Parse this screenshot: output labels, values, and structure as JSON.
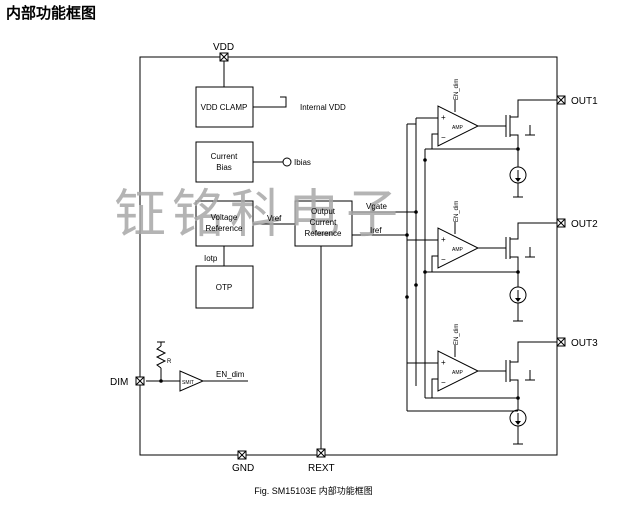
{
  "heading": "内部功能框图",
  "pins": {
    "vdd": "VDD",
    "gnd": "GND",
    "rext": "REXT",
    "dim": "DIM",
    "out1": "OUT1",
    "out2": "OUT2",
    "out3": "OUT3"
  },
  "blocks": {
    "vdd_clamp": "VDD CLAMP",
    "current_bias": [
      "Current",
      "Bias"
    ],
    "voltage_reference": [
      "Voltage",
      "Reference"
    ],
    "otp": "OTP",
    "output_current_reference": [
      "Output",
      "Current",
      "Reference"
    ]
  },
  "signals": {
    "internal_vdd": "Internal VDD",
    "ibias": "Ibias",
    "vref": "Vref",
    "iotp": "Iotp",
    "vgate": "Vgate",
    "iref": "Iref",
    "en_dim": "EN_dim",
    "resistor": "R",
    "smit": "SMIT"
  },
  "amplifier": {
    "label": "AMP",
    "enable": "EN_dim",
    "plus": "+",
    "minus": "−"
  },
  "watermark": "钲铭科电子",
  "caption": "Fig. SM15103E 内部功能框图"
}
